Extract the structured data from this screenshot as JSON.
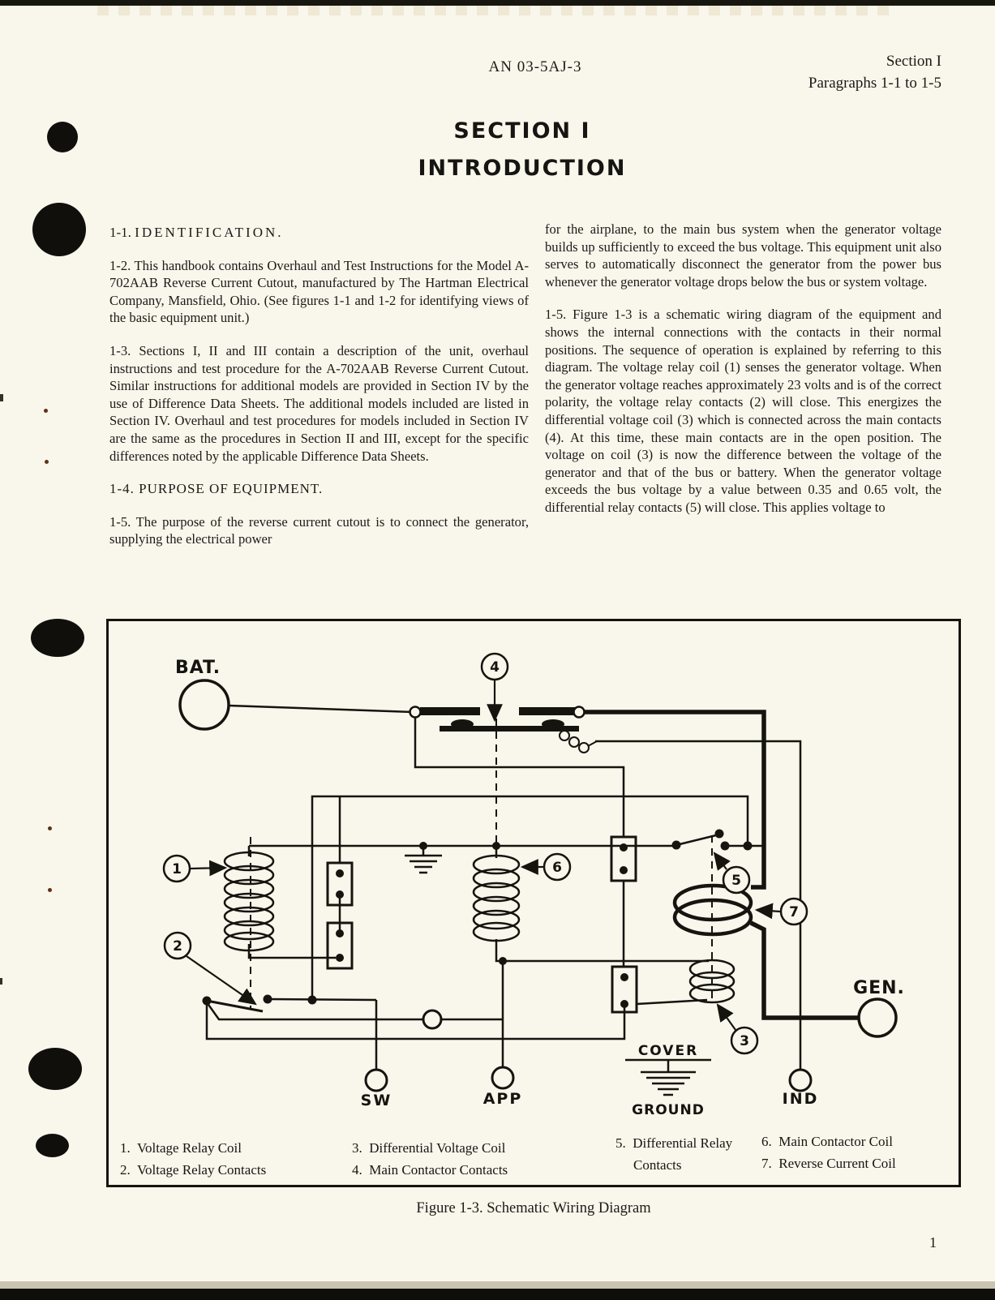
{
  "header": {
    "doc_number": "AN 03-5AJ-3",
    "section_ref": "Section I",
    "paragraphs_ref": "Paragraphs 1-1 to 1-5"
  },
  "titles": {
    "section": "SECTION I",
    "subtitle": "INTRODUCTION"
  },
  "left_column": {
    "heading_1_num": "1-1.",
    "heading_1_word": "IDENTIFICATION.",
    "para_1_2": "1-2. This handbook contains Overhaul and Test Instructions for the Model A-702AAB Reverse Current Cutout, manufactured by The Hartman Electrical Company, Mansfield, Ohio. (See figures 1-1 and 1-2 for identifying views of the basic equipment unit.)",
    "para_1_3": "1-3. Sections I, II and III contain a description of the unit, overhaul instructions and test procedure for the A-702AAB Reverse Current Cutout. Similar instructions for additional models are provided in Section IV by the use of Difference Data Sheets. The additional models included are listed in Section IV. Overhaul and test procedures for models included in Section IV are the same as the procedures in Section II and III, except for the specific differences noted by the applicable Difference Data Sheets.",
    "heading_1_4": "1-4. PURPOSE OF EQUIPMENT.",
    "para_1_5a": "1-5. The purpose of the reverse current cutout is to connect the generator, supplying the electrical power"
  },
  "right_column": {
    "para_cont": "for the airplane, to the main bus system when the generator voltage builds up sufficiently to exceed the bus voltage. This equipment unit also serves to automatically disconnect the generator from the power bus whenever the generator voltage drops below the bus or system voltage.",
    "para_1_5b": "1-5. Figure 1-3 is a schematic wiring diagram of the equipment and shows the internal connections with the contacts in their normal positions. The sequence of operation is explained by referring to this diagram. The voltage relay coil (1) senses the generator voltage. When the generator voltage reaches approximately 23 volts and is of the correct polarity, the voltage relay contacts (2) will close. This energizes the differential voltage coil (3) which is connected across the main contacts (4). At this time, these main contacts are in the open position. The voltage on coil (3) is now the difference between the voltage of the generator and that of the bus or battery. When the generator voltage exceeds the bus voltage by a value between 0.35 and 0.65 volt, the differential relay contacts (5) will close. This applies voltage to"
  },
  "figure": {
    "caption": "Figure 1-3. Schematic Wiring Diagram",
    "labels": {
      "bat": "BAT.",
      "gen": "GEN.",
      "sw": "SW",
      "app": "APP",
      "ind": "IND",
      "cover": "COVER",
      "ground": "GROUND"
    },
    "callouts": [
      "1",
      "2",
      "3",
      "4",
      "5",
      "6",
      "7"
    ],
    "legend": {
      "col1": [
        "1.  Voltage Relay Coil",
        "2.  Voltage Relay Contacts"
      ],
      "col2": [
        "3.  Differential Voltage Coil",
        "4.  Main Contactor Contacts"
      ],
      "col3": [
        "5.  Differential Relay",
        "Contacts"
      ],
      "col4": [
        "6.  Main Contactor Coil",
        "7.  Reverse Current Coil"
      ]
    }
  },
  "footer": {
    "page_number": "1"
  },
  "colors": {
    "paper": "#f9f6ec",
    "ink": "#1b1a16",
    "line": "#15140f"
  }
}
